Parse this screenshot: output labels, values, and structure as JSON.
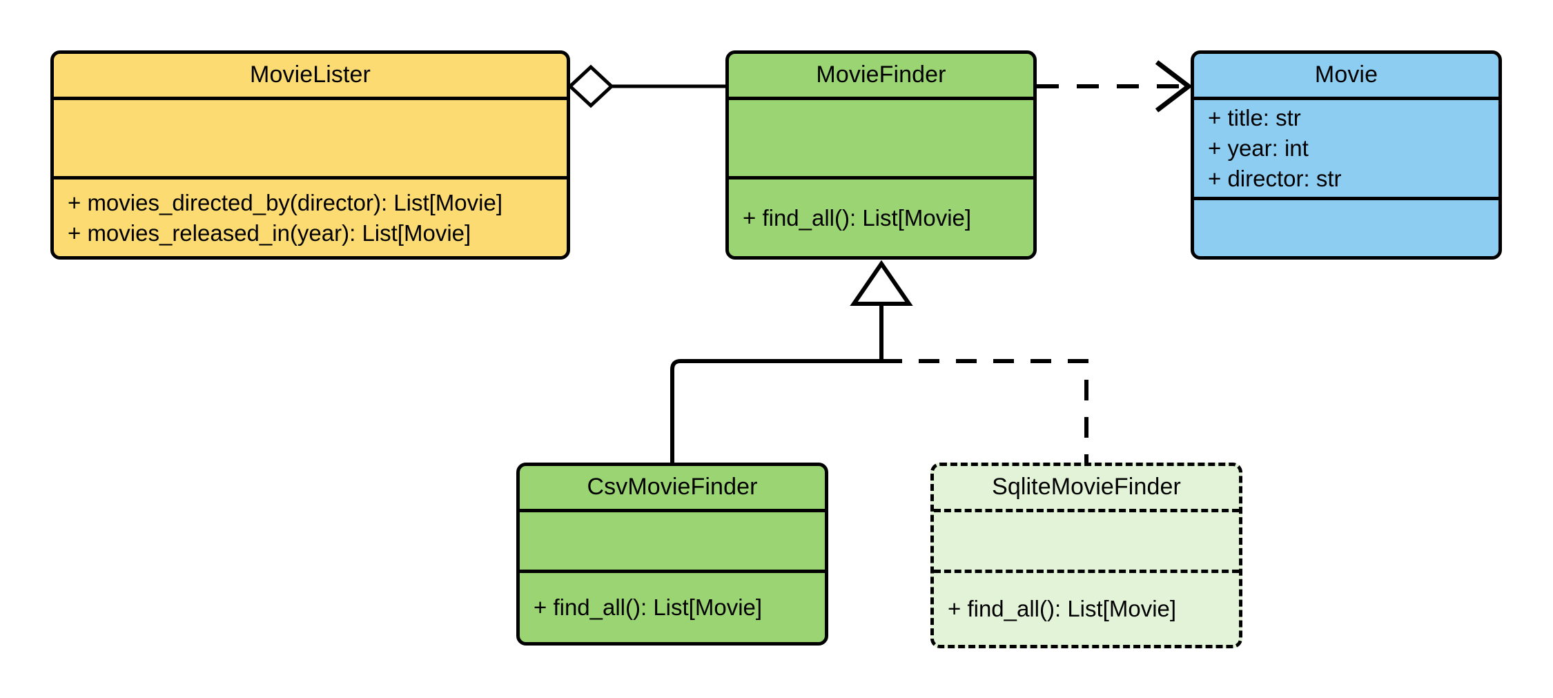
{
  "diagram": {
    "kind": "uml-class-diagram",
    "background": "#ffffff",
    "stroke": "#000000",
    "classes": [
      {
        "id": "movielister",
        "name": "MovieLister",
        "fill": "#fcdb72",
        "border": "solid",
        "attributes": [],
        "methods": [
          "+ movies_directed_by(director): List[Movie]",
          "+ movies_released_in(year): List[Movie]"
        ]
      },
      {
        "id": "moviefinder",
        "name": "MovieFinder",
        "fill": "#9bd островов",
        "border": "solid",
        "attributes": [],
        "methods": [
          "+ find_all(): List[Movie]"
        ]
      },
      {
        "id": "movie",
        "name": "Movie",
        "fill": "#8ecdf2",
        "border": "solid",
        "attributes": [
          "+ title: str",
          "+ year: int",
          "+ director: str"
        ],
        "methods": []
      },
      {
        "id": "csvmoviefinder",
        "name": "CsvMovieFinder",
        "fill": "#9ad473",
        "border": "solid",
        "attributes": [],
        "methods": [
          "+ find_all(): List[Movie]"
        ]
      },
      {
        "id": "sqlitemoviefinder",
        "name": "SqliteMovieFinder",
        "fill": "#e2f3d7",
        "border": "dashed",
        "attributes": [],
        "methods": [
          "+ find_all(): List[Movie]"
        ]
      }
    ],
    "relations": [
      {
        "id": "aggregation-movielister-moviefinder",
        "type": "aggregation",
        "from": "movielister",
        "to": "moviefinder",
        "line": "solid",
        "decoration": "hollow-diamond"
      },
      {
        "id": "dependency-moviefinder-movie",
        "type": "dependency",
        "from": "moviefinder",
        "to": "movie",
        "line": "dashed",
        "decoration": "open-arrow"
      },
      {
        "id": "inheritance-csvmoviefinder-moviefinder",
        "type": "generalization",
        "from": "csvmoviefinder",
        "to": "moviefinder",
        "line": "solid",
        "decoration": "hollow-triangle"
      },
      {
        "id": "inheritance-sqlitemoviefinder-moviefinder",
        "type": "generalization",
        "from": "sqlitemoviefinder",
        "to": "moviefinder",
        "line": "dashed",
        "decoration": "hollow-triangle"
      }
    ]
  },
  "colors": {
    "lister_fill": "#fcdb72",
    "finder_fill": "#9ad473",
    "movie_fill": "#8ecdf2",
    "sqlite_fill": "#e2f3d7",
    "stroke": "#000000"
  }
}
